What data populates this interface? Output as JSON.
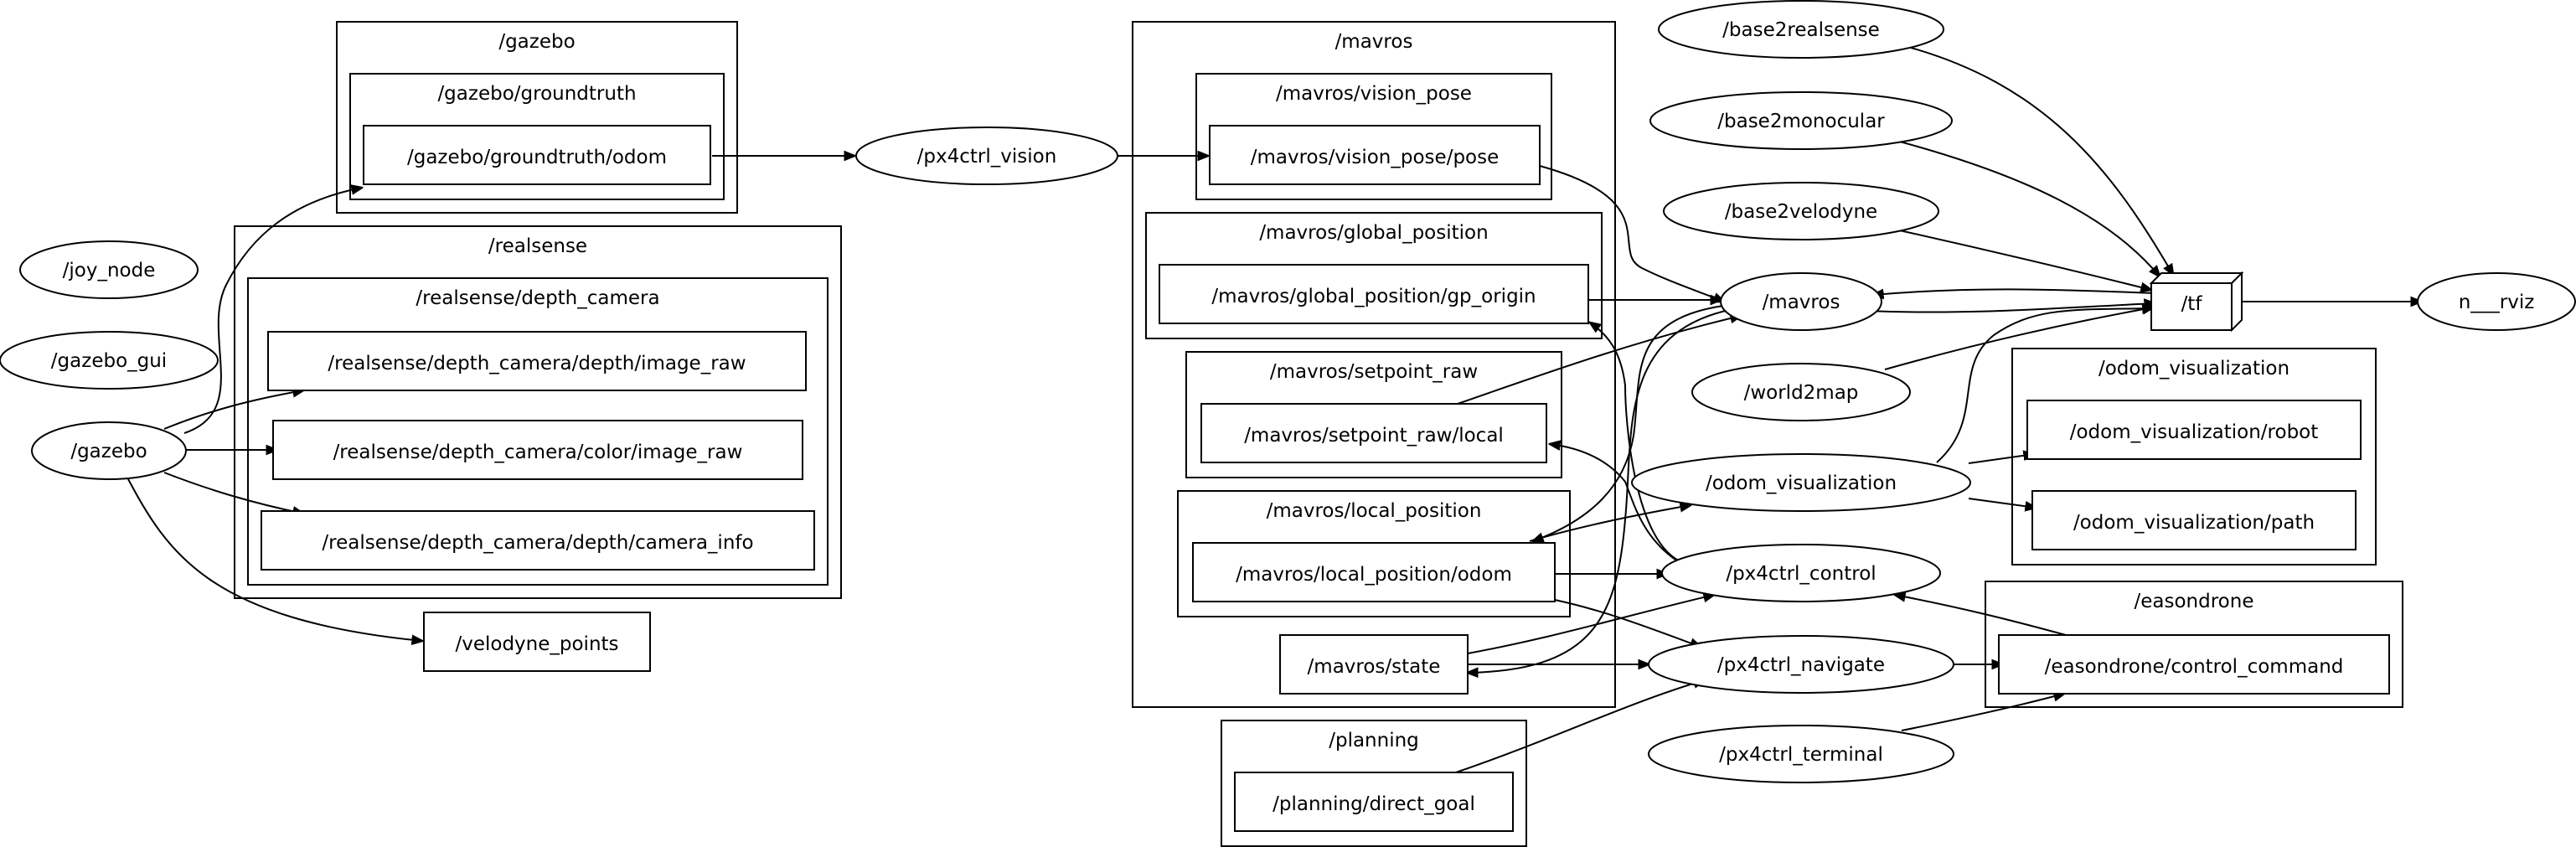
{
  "graph": {
    "clusters": [
      {
        "id": "gazebo",
        "label": "/gazebo"
      },
      {
        "id": "gazebo_groundtruth",
        "label": "/gazebo/groundtruth"
      },
      {
        "id": "realsense",
        "label": "/realsense"
      },
      {
        "id": "realsense_depth_camera",
        "label": "/realsense/depth_camera"
      },
      {
        "id": "mavros",
        "label": "/mavros"
      },
      {
        "id": "mavros_vision_pose",
        "label": "/mavros/vision_pose"
      },
      {
        "id": "mavros_global_position",
        "label": "/mavros/global_position"
      },
      {
        "id": "mavros_setpoint_raw",
        "label": "/mavros/setpoint_raw"
      },
      {
        "id": "mavros_local_position",
        "label": "/mavros/local_position"
      },
      {
        "id": "planning",
        "label": "/planning"
      },
      {
        "id": "odom_visualization_ns",
        "label": "/odom_visualization"
      },
      {
        "id": "easondrone",
        "label": "/easondrone"
      }
    ],
    "topics": [
      {
        "id": "t_gt_odom",
        "label": "/gazebo/groundtruth/odom"
      },
      {
        "id": "t_depth_image",
        "label": "/realsense/depth_camera/depth/image_raw"
      },
      {
        "id": "t_color_image",
        "label": "/realsense/depth_camera/color/image_raw"
      },
      {
        "id": "t_camera_info",
        "label": "/realsense/depth_camera/depth/camera_info"
      },
      {
        "id": "t_velodyne",
        "label": "/velodyne_points"
      },
      {
        "id": "t_vision_pose",
        "label": "/mavros/vision_pose/pose"
      },
      {
        "id": "t_gp_origin",
        "label": "/mavros/global_position/gp_origin"
      },
      {
        "id": "t_setpoint_local",
        "label": "/mavros/setpoint_raw/local"
      },
      {
        "id": "t_local_odom",
        "label": "/mavros/local_position/odom"
      },
      {
        "id": "t_state",
        "label": "/mavros/state"
      },
      {
        "id": "t_direct_goal",
        "label": "/planning/direct_goal"
      },
      {
        "id": "t_odom_robot",
        "label": "/odom_visualization/robot"
      },
      {
        "id": "t_odom_path",
        "label": "/odom_visualization/path"
      },
      {
        "id": "t_control_command",
        "label": "/easondrone/control_command"
      },
      {
        "id": "t_tf",
        "label": "/tf"
      }
    ],
    "nodes": [
      {
        "id": "n_joy",
        "label": "/joy_node"
      },
      {
        "id": "n_gazebo_gui",
        "label": "/gazebo_gui"
      },
      {
        "id": "n_gazebo",
        "label": "/gazebo"
      },
      {
        "id": "n_px4ctrl_vision",
        "label": "/px4ctrl_vision"
      },
      {
        "id": "n_mavros",
        "label": "/mavros"
      },
      {
        "id": "n_base2realsense",
        "label": "/base2realsense"
      },
      {
        "id": "n_base2monocular",
        "label": "/base2monocular"
      },
      {
        "id": "n_base2velodyne",
        "label": "/base2velodyne"
      },
      {
        "id": "n_world2map",
        "label": "/world2map"
      },
      {
        "id": "n_odom_visualization",
        "label": "/odom_visualization"
      },
      {
        "id": "n_px4ctrl_control",
        "label": "/px4ctrl_control"
      },
      {
        "id": "n_px4ctrl_navigate",
        "label": "/px4ctrl_navigate"
      },
      {
        "id": "n_px4ctrl_terminal",
        "label": "/px4ctrl_terminal"
      },
      {
        "id": "n_rviz",
        "label": "n___rviz"
      }
    ]
  }
}
